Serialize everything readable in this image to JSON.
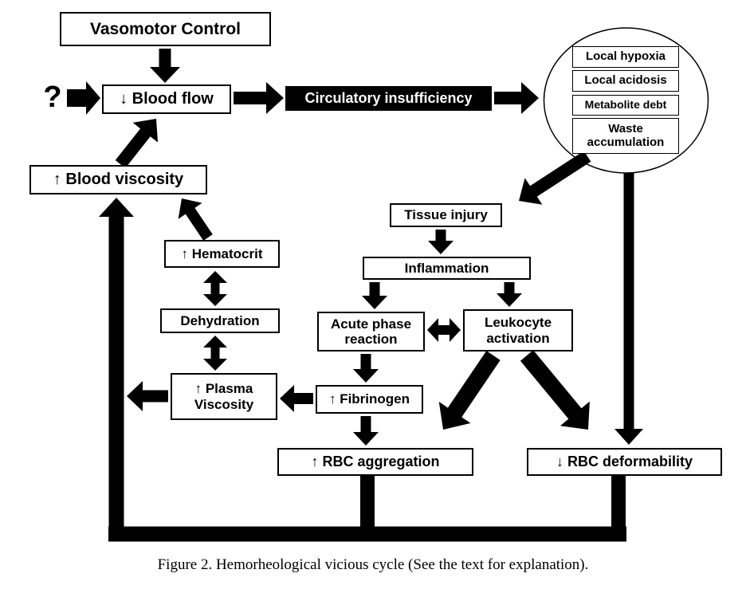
{
  "figure": {
    "caption": "Figure 2. Hemorheological vicious cycle (See the text for explanation)."
  },
  "nodes": {
    "vasomotor_control": "Vasomotor Control",
    "question_mark": "?",
    "blood_flow": "↓ Blood flow",
    "circulatory_insufficiency": "Circulatory insufficiency",
    "local_hypoxia": "Local hypoxia",
    "local_acidosis": "Local acidosis",
    "metabolite_debt": "Metabolite debt",
    "waste_accumulation": "Waste\naccumulation",
    "blood_viscosity": "↑ Blood viscosity",
    "tissue_injury": "Tissue injury",
    "inflammation": "Inflammation",
    "hematocrit": "↑ Hematocrit",
    "dehydration": "Dehydration",
    "acute_phase_reaction": "Acute phase\nreaction",
    "leukocyte_activation": "Leukocyte\nactivation",
    "plasma_viscosity": "↑ Plasma\nViscosity",
    "fibrinogen": "↑ Fibrinogen",
    "rbc_aggregation": "↑ RBC aggregation",
    "rbc_deformability": "↓ RBC deformability"
  },
  "colors": {
    "ink": "#000000",
    "box_background": "#ffffff",
    "highlight_background": "#000000",
    "highlight_text": "#ffffff"
  }
}
